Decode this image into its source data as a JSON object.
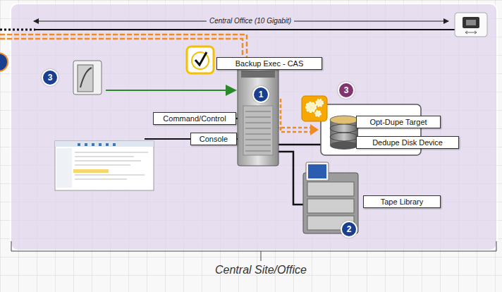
{
  "diagram": {
    "nodes": [
      {
        "text": [
          "Backup Exec - CAS"
        ]
      },
      {
        "text": [
          "Command/Control"
        ]
      },
      {
        "text": [
          "Console"
        ]
      },
      {
        "text": [
          "Opt-Dupe Target"
        ]
      },
      {
        "text": [
          "Dedupe Disk Device"
        ]
      },
      {
        "text": [
          "Tape Library"
        ]
      }
    ],
    "labels": [
      "Central Office (10 Gigabit)",
      "3",
      "1",
      "3",
      "2",
      "Central Site/Office"
    ]
  }
}
